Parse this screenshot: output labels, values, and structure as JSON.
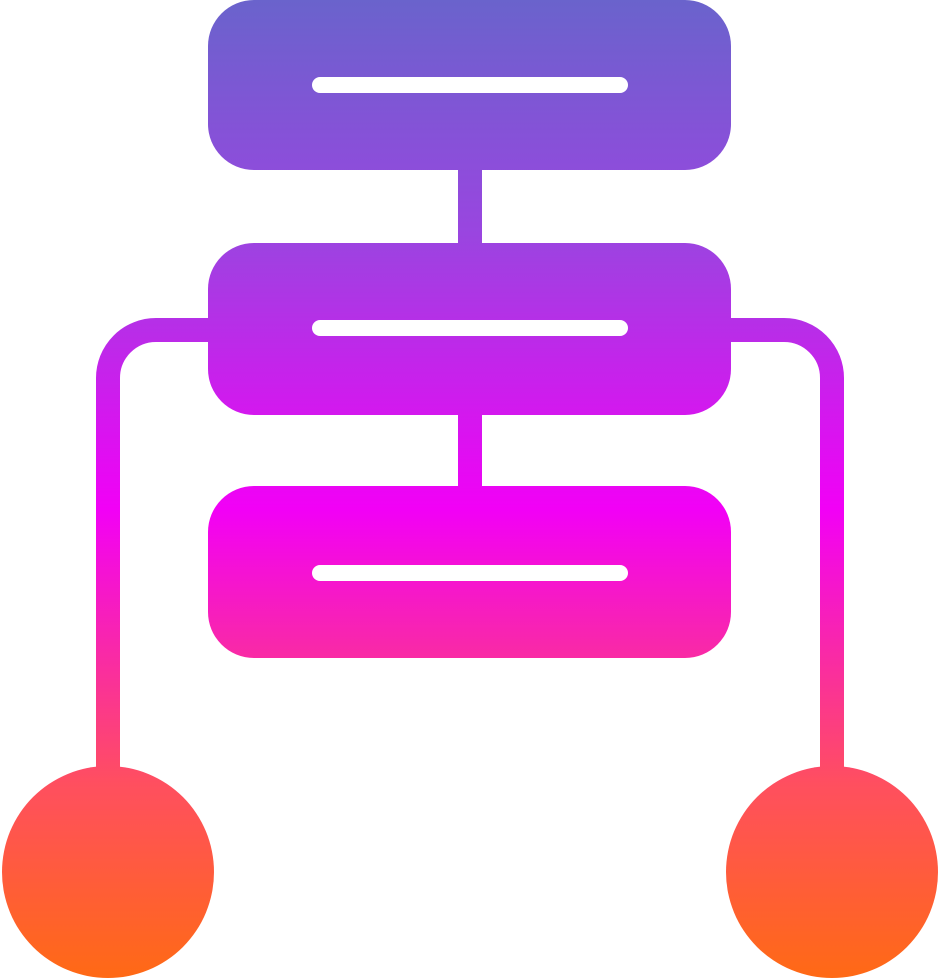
{
  "icon": {
    "name": "hierarchy-structure-icon",
    "style": "glyph-gradient"
  },
  "colors": {
    "gradient_top": "#6A63CC",
    "gradient_upper": "#9A45E0",
    "gradient_mid": "#F200F6",
    "gradient_lower": "#FF4F5F",
    "gradient_bottom": "#FF6A14",
    "inner_bar": "#FFFFFF",
    "background": "#FFFFFF"
  },
  "structure": {
    "stacked_blocks": 3,
    "terminal_nodes": 2
  }
}
